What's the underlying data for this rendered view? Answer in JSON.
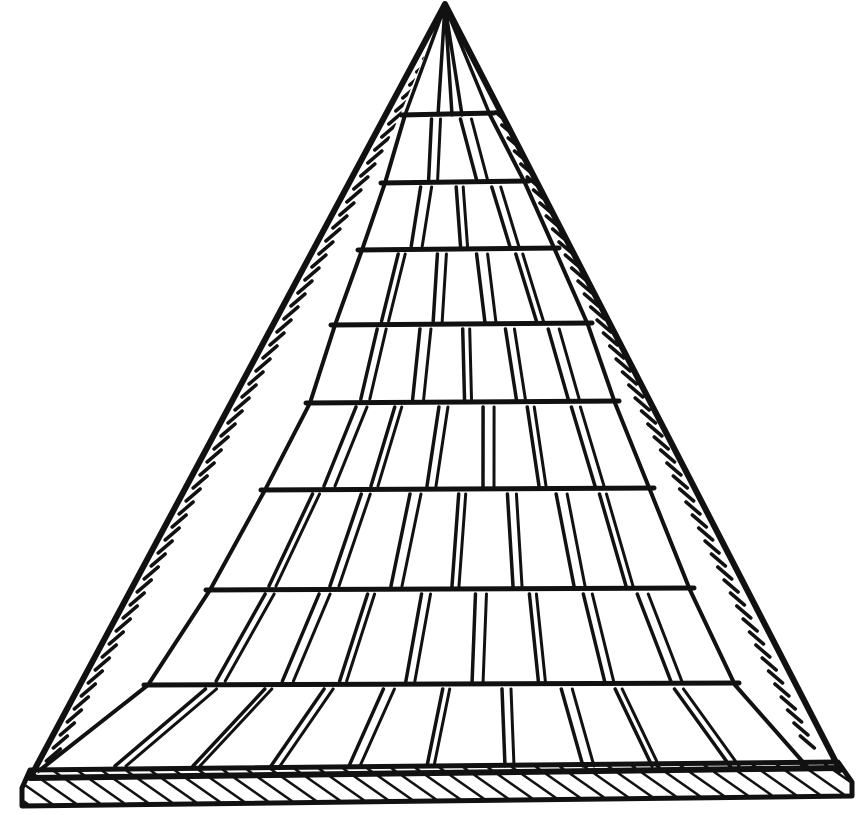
{
  "image": {
    "subject": "pyramid",
    "style": "black ink line drawing on white",
    "colors": {
      "ink": "#111111",
      "background": "#ffffff"
    },
    "tiers": 9
  }
}
